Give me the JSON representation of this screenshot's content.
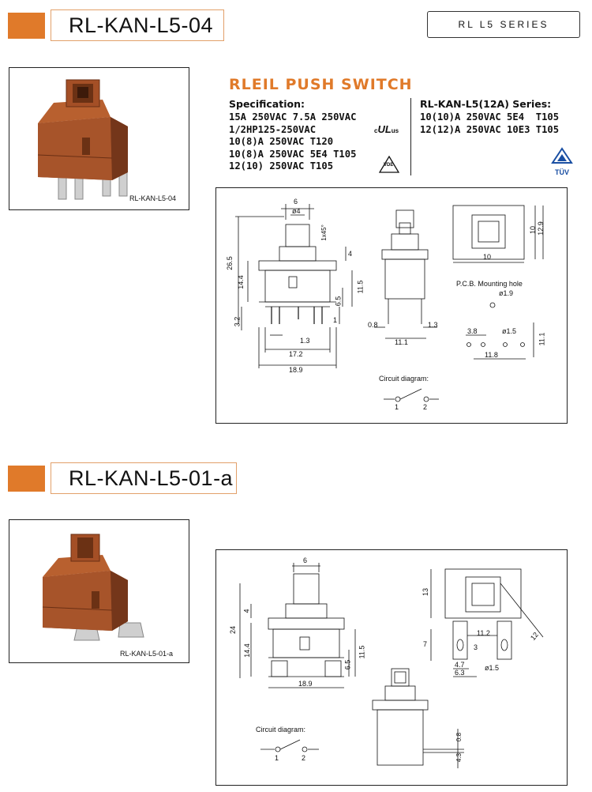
{
  "sections": [
    {
      "model_label": "RL-KAN-L5-04",
      "photo_caption": "RL-KAN-L5-04"
    },
    {
      "model_label": "RL-KAN-L5-01-a",
      "photo_caption": "RL-KAN-L5-01-a"
    }
  ],
  "series_badge": "RL L5 SERIES",
  "spec": {
    "title": "RLEIL PUSH SWITCH",
    "heading": "Specification:",
    "lines": [
      "15A 250VAC 7.5A 250VAC",
      "1/2HP125-250VAC",
      "10(8)A 250VAC T120",
      "10(8)A 250VAC 5E4 T105",
      "12(10) 250VAC T105"
    ],
    "series_heading": "RL-KAN-L5(12A) Series:",
    "series_lines": [
      "10(10)A 250VAC 5E4  T105",
      "12(12)A 250VAC 10E3 T105"
    ],
    "cert_ul_c": "c",
    "cert_ul": "UL",
    "cert_ul_us": "us",
    "cert_vde": "VDE",
    "cert_tuv": "TÜV"
  },
  "diagram1": {
    "dims": {
      "d6": "6",
      "d4": "ø4",
      "d1x45": "1x45°",
      "d4b": "4",
      "d26_5": "26.5",
      "d14_4": "14.4",
      "d11_5": "11.5",
      "d6_5": "6.5",
      "d1": "1",
      "d3_2": "3.2",
      "d1_3": "1.3",
      "d17_2": "17.2",
      "d18_9": "18.9",
      "s0_8": "0.8",
      "s1_3": "1.3",
      "s11_1": "11.1",
      "t10": "10",
      "t12_9": "12.9",
      "t10b": "10",
      "pcb_title": "P.C.B. Mounting hole",
      "p1_9": "ø1.9",
      "p3_8": "3.8",
      "p1_5": "ø1.5",
      "p11_1": "11.1",
      "p11_8": "11.8",
      "circuit": "Circuit diagram:",
      "c1": "1",
      "c2": "2"
    }
  },
  "diagram2": {
    "dims": {
      "d6": "6",
      "d4": "4",
      "d24": "24",
      "d14_4": "14.4",
      "d11_5": "11.5",
      "d6_5": "6.5",
      "d18_9": "18.9",
      "t13": "13",
      "t7": "7",
      "t11_2": "11.2",
      "t3": "3",
      "t12": "12",
      "t4_7": "4.7",
      "t6_3": "6.3",
      "t1_5": "ø1.5",
      "b0_8": "0.8",
      "b4_3": "4.3",
      "circuit": "Circuit diagram:",
      "c1": "1",
      "c2": "2"
    }
  },
  "colors": {
    "accent": "#e07a2a",
    "switch_body": "#9a4a22",
    "terminal": "#c9c9c9"
  }
}
